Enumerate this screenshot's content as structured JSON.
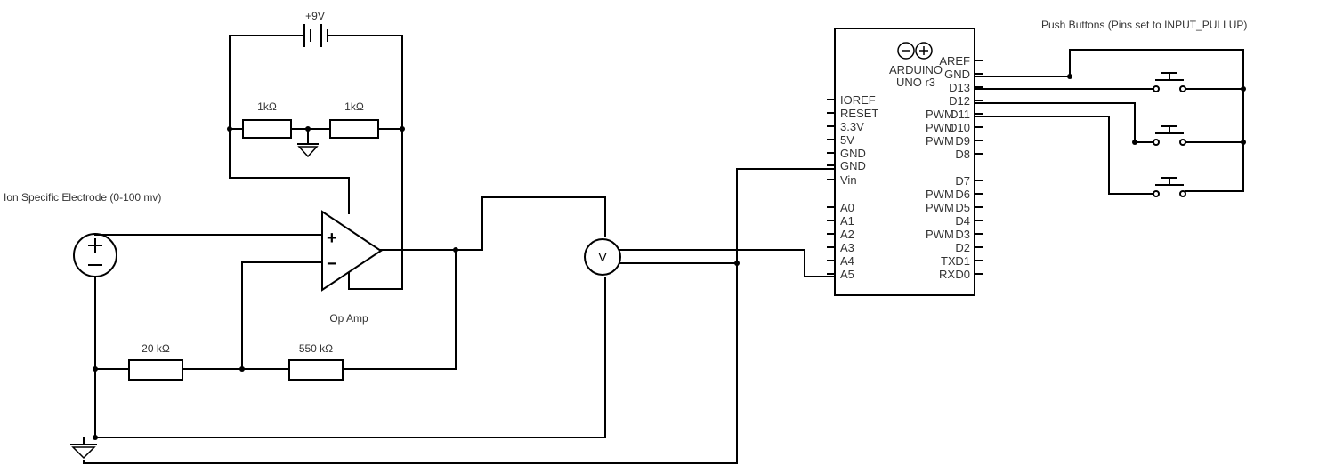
{
  "supply_label": "+9V",
  "electrode_label": "Ion Specific Electrode (0-100 mv)",
  "opamp": {
    "label": "Op Amp",
    "plus": "+",
    "minus": "−"
  },
  "resistors": {
    "r_top_left": "1kΩ",
    "r_top_right": "1kΩ",
    "r_input": "20 kΩ",
    "r_feedback": "550 kΩ"
  },
  "voltmeter_label": "V",
  "buttons_label": "Push Buttons (Pins set to INPUT_PULLUP)",
  "arduino": {
    "name_line1": "ARDUINO",
    "name_line2": "UNO r3",
    "left_pins": [
      "IOREF",
      "RESET",
      "3.3V",
      "5V",
      "GND",
      "GND",
      "Vin",
      "A0",
      "A1",
      "A2",
      "A3",
      "A4",
      "A5"
    ],
    "right_pins": [
      "AREF",
      "GND",
      "D13",
      "D12",
      "D11",
      "D10",
      "D9",
      "D8",
      "D7",
      "D6",
      "D5",
      "D4",
      "D3",
      "D2",
      "D1",
      "D0"
    ],
    "pwm_label": "PWM",
    "tx_label": "TX",
    "rx_label": "RX"
  }
}
